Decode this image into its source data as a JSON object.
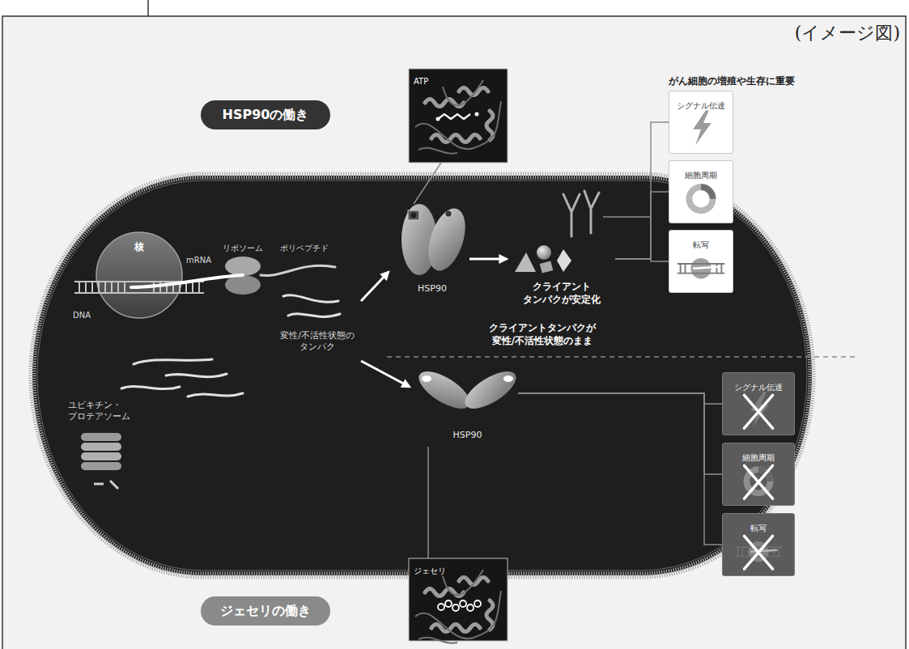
{
  "diagram": {
    "nodes": [
      {
        "text": [
          "HSP90の働き"
        ]
      },
      {
        "text": [
          "ATP"
        ]
      },
      {
        "text": [
          "核"
        ]
      },
      {
        "text": [
          "HSP90"
        ]
      },
      {
        "text": [
          "クライアント タンパクが安定化"
        ]
      },
      {
        "text": [
          "シグナル伝達"
        ]
      },
      {
        "text": [
          "細胞周期"
        ]
      },
      {
        "text": [
          "転写"
        ]
      },
      {
        "text": [
          "HSP90"
        ]
      },
      {
        "text": [
          "シグナル伝達"
        ]
      },
      {
        "text": [
          "細胞周期"
        ]
      },
      {
        "text": [
          "転写"
        ]
      },
      {
        "text": [
          "ジェセリ"
        ]
      },
      {
        "text": [
          "ジェセリの働き"
        ]
      }
    ],
    "edges": [
      {
        "from": 3,
        "to": 1,
        "arrow": "none"
      },
      {
        "from": 3,
        "to": 4,
        "arrow": "to"
      },
      {
        "from": 4,
        "to": 5,
        "arrow": "none"
      },
      {
        "from": 4,
        "to": 6,
        "arrow": "none"
      },
      {
        "from": 4,
        "to": 7,
        "arrow": "none"
      },
      {
        "from": 8,
        "to": 9,
        "arrow": "none"
      },
      {
        "from": 8,
        "to": 10,
        "arrow": "none"
      },
      {
        "from": 8,
        "to": 11,
        "arrow": "none"
      },
      {
        "from": 8,
        "to": 12,
        "arrow": "none"
      }
    ],
    "labels": [
      "(イメージ図)",
      "がん細胞の増殖や生存に重要",
      "リボソーム",
      "ポリペプチド",
      "mRNA",
      "DNA",
      "変性/不活性状態の タンパク",
      "クライアントタンパクが 変性/不活性状態のまま",
      "ユビキチン・ プロテアソーム"
    ]
  }
}
